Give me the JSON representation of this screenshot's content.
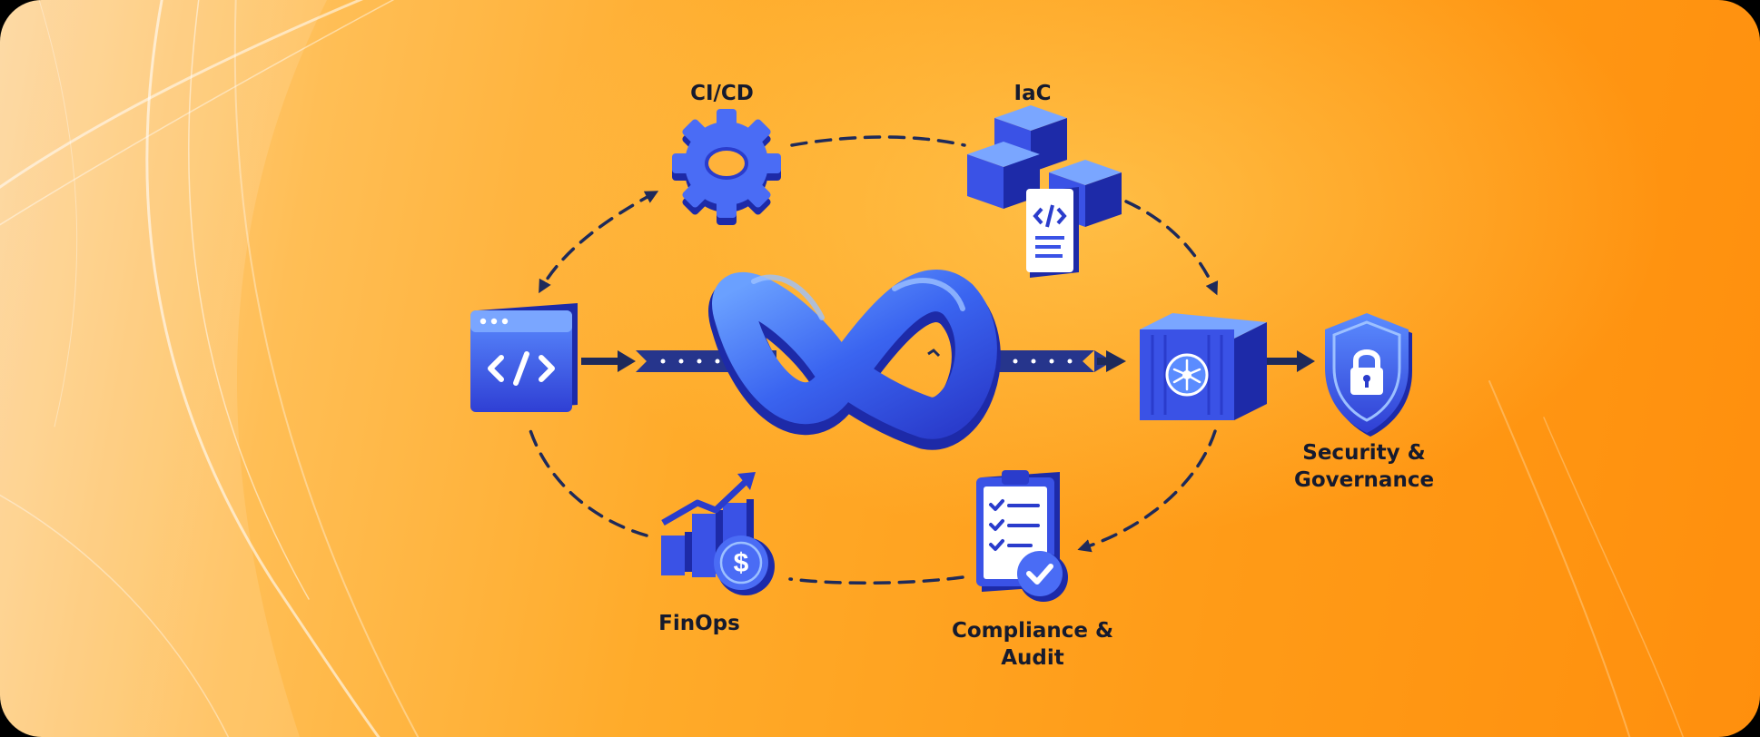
{
  "nodes": {
    "cicd": {
      "label": "CI/CD"
    },
    "iac": {
      "label": "IaC"
    },
    "security": {
      "label": "Security &\nGovernance"
    },
    "finops": {
      "label": "FinOps"
    },
    "compliance": {
      "label": "Compliance &\nAudit"
    }
  },
  "icons": {
    "code": "code-window-icon",
    "gear": "gear-icon",
    "cubes": "cubes-code-document-icon",
    "infinity": "infinity-loop-icon",
    "container": "kubernetes-container-icon",
    "shield": "shield-lock-icon",
    "chart": "growth-chart-dollar-icon",
    "clipboard": "checklist-clipboard-icon"
  },
  "colors": {
    "primary_blue": "#3a52e6",
    "dark_blue": "#1d2aa8",
    "light_blue": "#5b8cff",
    "connector": "#1e2a5a",
    "text": "#151a2e",
    "background_orange": "#ff9b17"
  }
}
